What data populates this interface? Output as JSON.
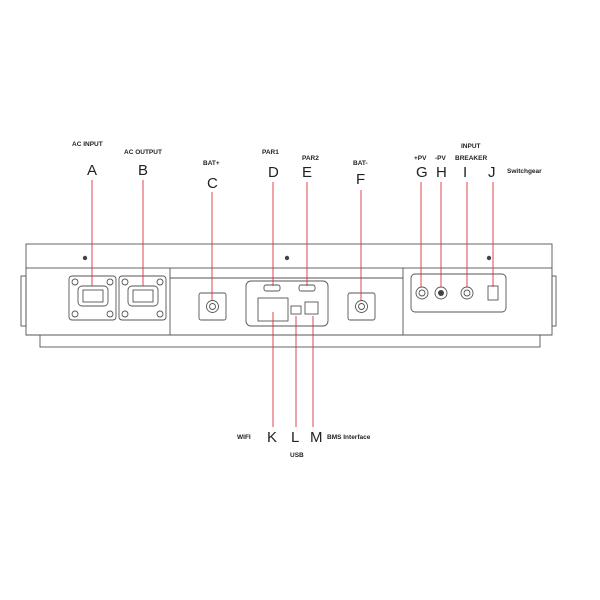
{
  "top_labels": {
    "a": {
      "letter": "A",
      "name": "AC INPUT"
    },
    "b": {
      "letter": "B",
      "name": "AC OUTPUT"
    },
    "c": {
      "letter": "C",
      "name": "BAT+"
    },
    "d": {
      "letter": "D",
      "name": "PAR1"
    },
    "e": {
      "letter": "E",
      "name": "PAR2"
    },
    "f": {
      "letter": "F",
      "name": "BAT-"
    },
    "g": {
      "letter": "G",
      "name": "+PV"
    },
    "h": {
      "letter": "H",
      "name": "-PV"
    },
    "i": {
      "letter": "I",
      "name1": "INPUT",
      "name2": "BREAKER"
    },
    "j": {
      "letter": "J",
      "name": "Switchgear"
    }
  },
  "bottom_labels": {
    "k": {
      "letter": "K",
      "name": "WIFI"
    },
    "l": {
      "letter": "L",
      "name": "USB"
    },
    "m": {
      "letter": "M",
      "name": "BMS Interface"
    }
  },
  "colors": {
    "leader": "#e0313b",
    "outline": "#555555"
  }
}
